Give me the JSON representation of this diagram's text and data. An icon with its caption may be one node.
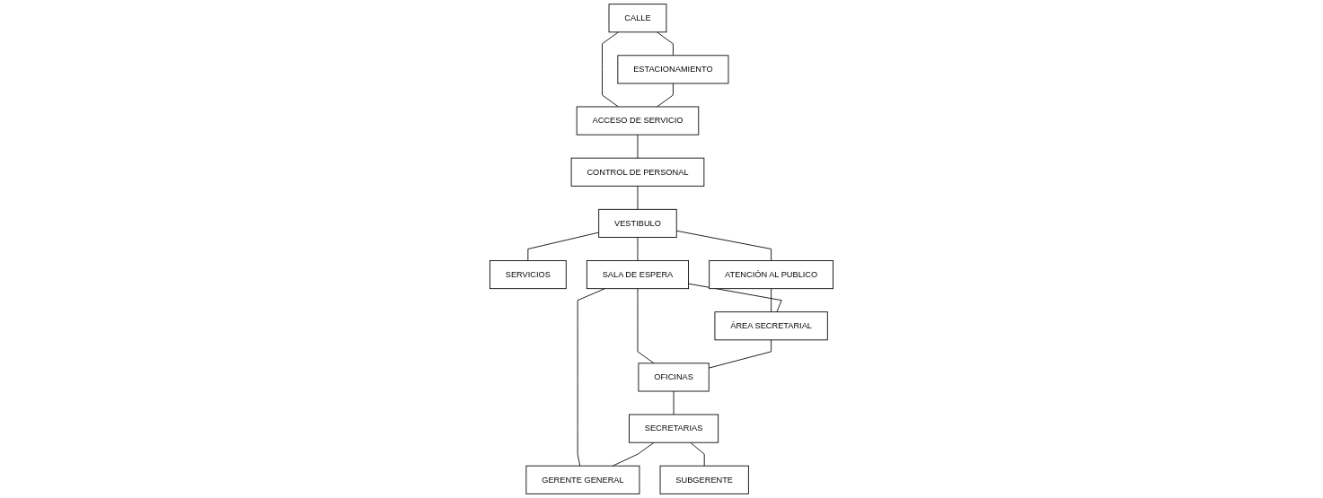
{
  "diagram": {
    "nodes": [
      {
        "text": [
          "CALLE"
        ]
      },
      {
        "text": [
          "ESTACIONAMIENTO"
        ]
      },
      {
        "text": [
          "ACCESO DE SERVICIO"
        ]
      },
      {
        "text": [
          "CONTROL DE PERSONAL"
        ]
      },
      {
        "text": [
          "VESTIBULO"
        ]
      },
      {
        "text": [
          "SERVICIOS"
        ]
      },
      {
        "text": [
          "ATENCIÓN AL PUBLICO"
        ]
      },
      {
        "text": [
          "SALA DE ESPERA"
        ]
      },
      {
        "text": [
          "ÁREA SECRETARIAL"
        ]
      },
      {
        "text": [
          "GERENTE GENERAL"
        ]
      },
      {
        "text": [
          "OFICINAS"
        ]
      },
      {
        "text": [
          "SECRETARIAS"
        ]
      },
      {
        "text": [
          "SUBGERENTE"
        ]
      }
    ],
    "edges": [
      {
        "from": 0,
        "to": 1,
        "arrow": "none"
      },
      {
        "from": 0,
        "to": 2,
        "arrow": "none"
      },
      {
        "from": 1,
        "to": 2,
        "arrow": "none"
      },
      {
        "from": 2,
        "to": 3,
        "arrow": "none"
      },
      {
        "from": 3,
        "to": 4,
        "arrow": "none"
      },
      {
        "from": 4,
        "to": 5,
        "arrow": "none"
      },
      {
        "from": 4,
        "to": 6,
        "arrow": "none"
      },
      {
        "from": 6,
        "to": 8,
        "arrow": "none"
      },
      {
        "from": 4,
        "to": 7,
        "arrow": "none"
      },
      {
        "from": 7,
        "to": 8,
        "arrow": "none"
      },
      {
        "from": 7,
        "to": 9,
        "arrow": "none"
      },
      {
        "from": 7,
        "to": 10,
        "arrow": "none"
      },
      {
        "from": 8,
        "to": 10,
        "arrow": "none"
      },
      {
        "from": 10,
        "to": 11,
        "arrow": "none"
      },
      {
        "from": 11,
        "to": 9,
        "arrow": "none"
      },
      {
        "from": 11,
        "to": 12,
        "arrow": "none"
      }
    ]
  }
}
